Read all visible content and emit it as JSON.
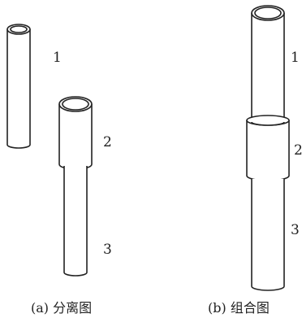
{
  "labels": {
    "a_part1": "1",
    "a_part2": "2",
    "a_part3": "3",
    "b_part1": "1",
    "b_part2": "2",
    "b_part3": "3"
  },
  "captions": {
    "a": "(a) 分离图",
    "b": "(b) 组合图"
  }
}
